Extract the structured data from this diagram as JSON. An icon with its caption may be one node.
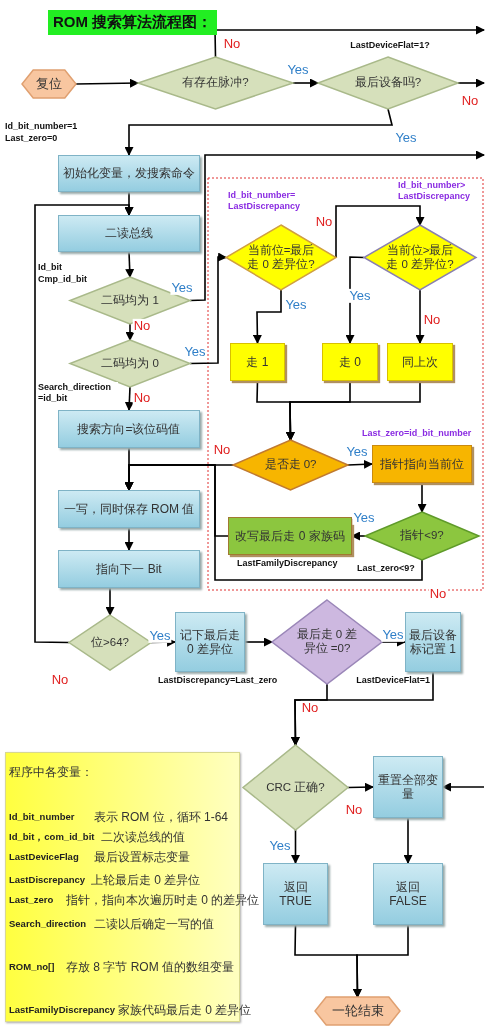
{
  "diagram": {
    "title": "ROM 搜索算法流程图：",
    "nodes": [
      {
        "text": [
          "复位"
        ]
      },
      {
        "text": [
          "有存在脉冲?"
        ]
      },
      {
        "text": [
          "最后设备吗?"
        ],
        "beside": [
          "LastDeviceFlat=1?"
        ]
      },
      {
        "text": [
          "初始化变量，发搜索命令"
        ],
        "beside": [
          "Id_bit_number=1",
          "Last_zero=0"
        ]
      },
      {
        "text": [
          "二读总线"
        ]
      },
      {
        "text": [
          "二码均为 1"
        ],
        "beside": [
          "Id_bit",
          "Cmp_id_bit"
        ]
      },
      {
        "text": [
          "二码均为 0"
        ],
        "beside": [
          "Search_direction =id_bit"
        ]
      },
      {
        "text": [
          "搜索方向=该位码值"
        ]
      },
      {
        "text": [
          "一写，同时保存 ROM 值"
        ]
      },
      {
        "text": [
          "指向下一 Bit"
        ]
      },
      {
        "text": [
          "当前位=最后走 0 差异位?"
        ],
        "beside": [
          "Id_bit_number= LastDiscrepancy"
        ]
      },
      {
        "text": [
          "当前位>最后走 0 差异位?"
        ],
        "beside": [
          "Id_bit_number> LastDiscrepancy"
        ]
      },
      {
        "text": [
          "走 1"
        ]
      },
      {
        "text": [
          "走 0"
        ]
      },
      {
        "text": [
          "同上次"
        ]
      },
      {
        "text": [
          "是否走 0?"
        ]
      },
      {
        "text": [
          "指针指向当前位"
        ],
        "beside": [
          "Last_zero=id_bit_number"
        ]
      },
      {
        "text": [
          "指针<9?"
        ],
        "beside": [
          "Last_zero<9?"
        ]
      },
      {
        "text": [
          "改写最后走 0 家族码"
        ],
        "beside": [
          "LastFamilyDiscrepancy"
        ]
      },
      {
        "text": [
          "位>64?"
        ]
      },
      {
        "text": [
          "记下最后走 0 差异位"
        ],
        "beside": [
          "LastDiscrepancy=Last_zero"
        ]
      },
      {
        "text": [
          "最后走 0 差异位 =0?"
        ]
      },
      {
        "text": [
          "最后设备标记置 1"
        ],
        "beside": [
          "LastDeviceFlat=1"
        ]
      },
      {
        "text": [
          "CRC 正确?"
        ]
      },
      {
        "text": [
          "重置全部变量"
        ]
      },
      {
        "text": [
          "返回 TRUE"
        ]
      },
      {
        "text": [
          "返回 FALSE"
        ]
      },
      {
        "text": [
          "一轮结束"
        ]
      },
      {
        "text": [
          "程序中各变量：",
          "Id_bit_number",
          "表示 ROM 位，循环 1-64",
          "Id_bit，com_id_bit",
          "二次读总线的值",
          "LastDeviceFlag",
          "最后设置标志变量",
          "LastDiscrepancy",
          "上轮最后走 0 差异位",
          "Last_zero",
          "指针，指向本次遍历时走 0 的差异位",
          "Search_direction",
          "二读以后确定一写的值",
          "ROM_no[]",
          "存放 8 字节 ROM 值的数组变量",
          "LastFamilyDiscrepancy",
          "家族代码最后走 0 差异位"
        ]
      }
    ],
    "edges": [
      {
        "from": 0,
        "to": 1,
        "arrow": "to"
      },
      {
        "from": 1,
        "to": null,
        "arrow": "to",
        "label": "No"
      },
      {
        "from": 1,
        "to": 2,
        "arrow": "to",
        "label": "Yes"
      },
      {
        "from": 2,
        "to": null,
        "arrow": "to",
        "label": "No"
      },
      {
        "from": 2,
        "to": 3,
        "arrow": "to",
        "label": "Yes"
      },
      {
        "from": 3,
        "to": 4,
        "arrow": "to"
      },
      {
        "from": 4,
        "to": 5,
        "arrow": "to"
      },
      {
        "from": 5,
        "to": null,
        "arrow": "to",
        "label": "Yes"
      },
      {
        "from": 5,
        "to": 6,
        "arrow": "to",
        "label": "No"
      },
      {
        "from": 6,
        "to": 10,
        "arrow": "to",
        "label": "Yes"
      },
      {
        "from": 6,
        "to": 7,
        "arrow": "to",
        "label": "No"
      },
      {
        "from": 10,
        "to": 12,
        "arrow": "to",
        "label": "Yes"
      },
      {
        "from": 10,
        "to": 11,
        "arrow": "to",
        "label": "No"
      },
      {
        "from": 11,
        "to": 13,
        "arrow": "to",
        "label": "Yes"
      },
      {
        "from": 11,
        "to": 14,
        "arrow": "to",
        "label": "No"
      },
      {
        "from": 12,
        "to": 15,
        "arrow": "to"
      },
      {
        "from": 13,
        "to": 15,
        "arrow": "to"
      },
      {
        "from": 14,
        "to": 15,
        "arrow": "to"
      },
      {
        "from": 15,
        "to": 8,
        "arrow": "to",
        "label": "No"
      },
      {
        "from": 15,
        "to": 16,
        "arrow": "to",
        "label": "Yes"
      },
      {
        "from": 16,
        "to": 17,
        "arrow": "to"
      },
      {
        "from": 17,
        "to": 18,
        "arrow": "to",
        "label": "Yes"
      },
      {
        "from": 18,
        "to": 8,
        "arrow": "to"
      },
      {
        "from": 17,
        "to": 8,
        "arrow": "to",
        "label": "No"
      },
      {
        "from": 7,
        "to": 8,
        "arrow": "to"
      },
      {
        "from": 8,
        "to": 9,
        "arrow": "to"
      },
      {
        "from": 9,
        "to": 19,
        "arrow": "to"
      },
      {
        "from": 19,
        "to": 4,
        "arrow": "to",
        "label": "No"
      },
      {
        "from": 19,
        "to": 20,
        "arrow": "to",
        "label": "Yes"
      },
      {
        "from": 20,
        "to": 21,
        "arrow": "to"
      },
      {
        "from": 21,
        "to": 22,
        "arrow": "to",
        "label": "Yes"
      },
      {
        "from": 21,
        "to": 23,
        "arrow": "to",
        "label": "No"
      },
      {
        "from": 22,
        "to": 23,
        "arrow": "to"
      },
      {
        "from": 23,
        "to": 24,
        "arrow": "to",
        "label": "No"
      },
      {
        "from": 23,
        "to": 25,
        "arrow": "to",
        "label": "Yes"
      },
      {
        "from": 24,
        "to": 26,
        "arrow": "to"
      },
      {
        "from": 25,
        "to": 27,
        "arrow": "to"
      },
      {
        "from": 26,
        "to": 27,
        "arrow": "to"
      },
      {
        "from": null,
        "to": 24,
        "arrow": "to"
      }
    ]
  }
}
